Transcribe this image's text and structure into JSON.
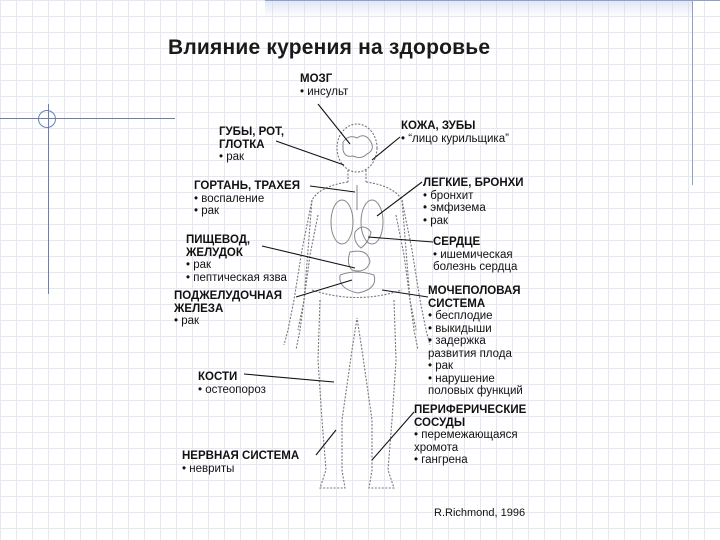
{
  "title": "Влияние курения на здоровье",
  "credit": "R.Richmond, 1996",
  "labels": {
    "brain": {
      "heading": "МОЗГ",
      "items": [
        "• инсульт"
      ]
    },
    "lips": {
      "heading": "ГУБЫ, РОТ,\nГЛОТКА",
      "items": [
        "• рак"
      ]
    },
    "skin": {
      "heading": "КОЖА, ЗУБЫ",
      "items": [
        "• “лицо курильщика”"
      ]
    },
    "larynx": {
      "heading": "ГОРТАНЬ, ТРАХЕЯ",
      "items": [
        "• воспаление",
        "• рак"
      ]
    },
    "lungs": {
      "heading": "ЛЕГКИЕ, БРОНХИ",
      "items": [
        "• бронхит",
        "• эмфизема",
        "• рак"
      ]
    },
    "esophagus": {
      "heading": "ПИЩЕВОД,\nЖЕЛУДОК",
      "items": [
        "• рак",
        "• пептическая язва"
      ]
    },
    "heart": {
      "heading": "СЕРДЦЕ",
      "items": [
        "• ишемическая\n  болезнь сердца"
      ]
    },
    "pancreas": {
      "heading": "ПОДЖЕЛУДОЧНАЯ\nЖЕЛЕЗА",
      "items": [
        "• рак"
      ]
    },
    "urogenital": {
      "heading": "МОЧЕПОЛОВАЯ\nСИСТЕМА",
      "items": [
        "• бесплодие",
        "• выкидыши",
        "• задержка\n  развития плода",
        "• рак",
        "• нарушение\n  половых функций"
      ]
    },
    "bones": {
      "heading": "КОСТИ",
      "items": [
        "• остеопороз"
      ]
    },
    "vessels": {
      "heading": "ПЕРИФЕРИЧЕСКИЕ\nСОСУДЫ",
      "items": [
        "• перемежающаяся\n  хромота",
        "• гангрена"
      ]
    },
    "nervous": {
      "heading": "НЕРВНАЯ СИСТЕМА",
      "items": [
        "• невриты"
      ]
    }
  }
}
